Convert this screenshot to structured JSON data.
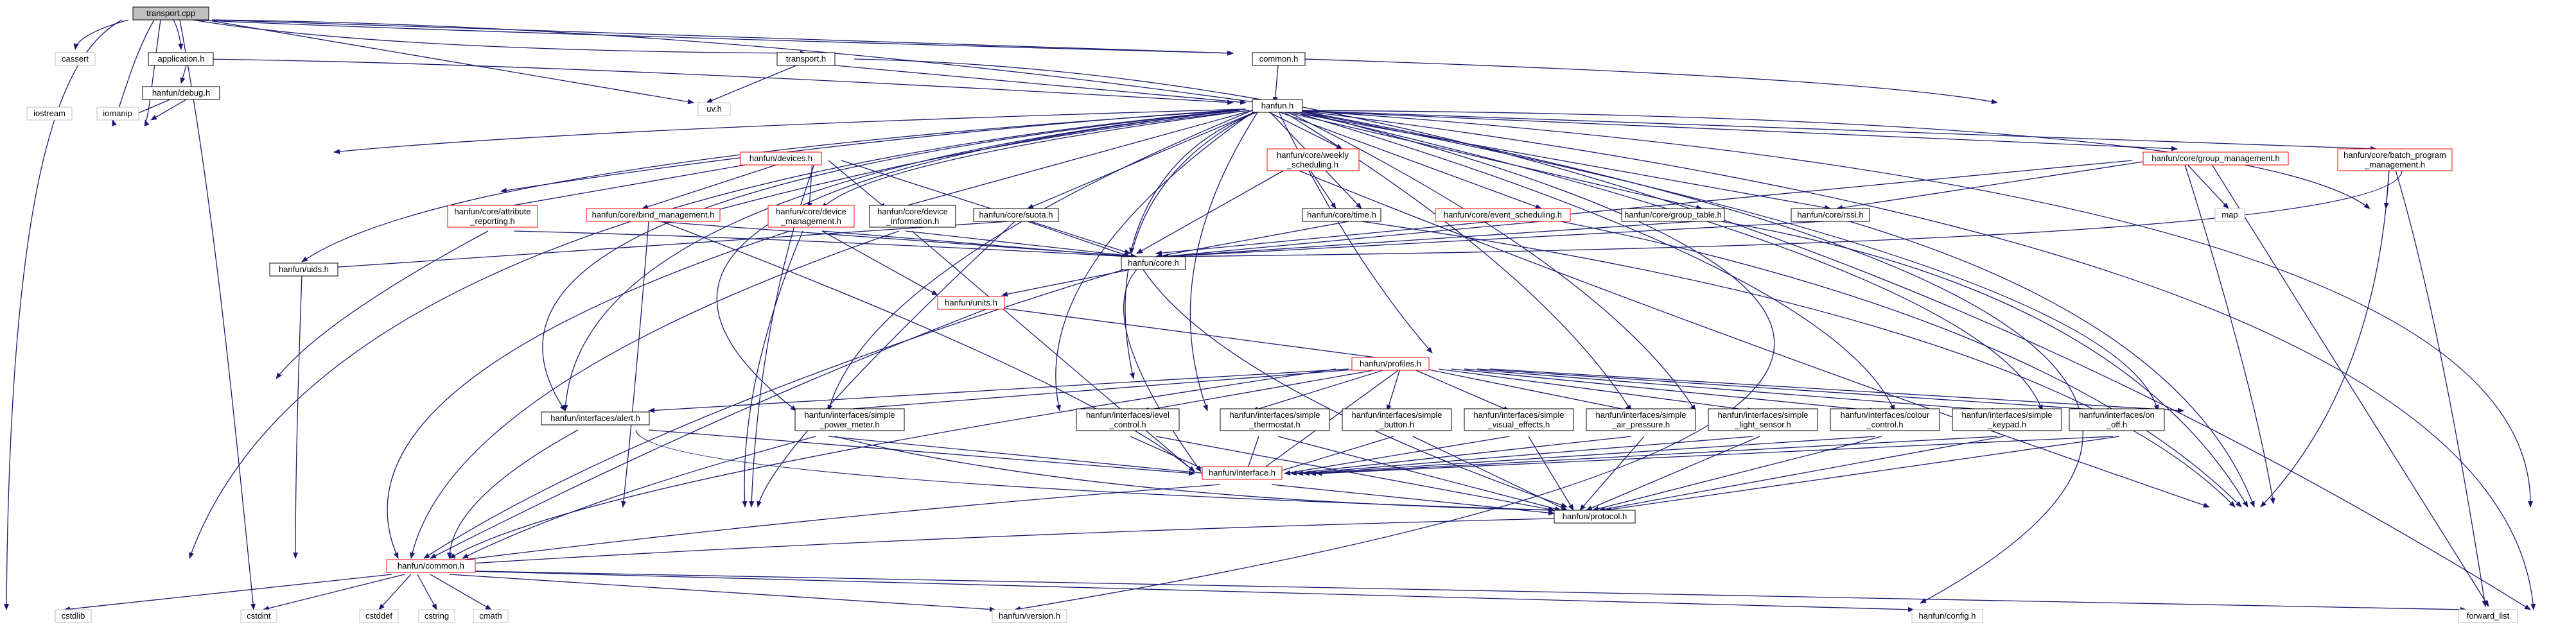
{
  "colors": {
    "edge": "#191970",
    "node_border_black": "#000000",
    "node_border_red": "#ff0000",
    "node_root_fill": "#bfbfbf",
    "node_fill": "#ffffff",
    "node_plain_border": "#bfbfbf"
  },
  "nodes": {
    "transport_cpp": "transport.cpp",
    "cassert": "cassert",
    "application_h": "application.h",
    "transport_h": "transport.h",
    "common_h_top": "common.h",
    "hanfun_h": "hanfun.h",
    "hanfun_debug_h": "hanfun/debug.h",
    "uv_h": "uv.h",
    "iostream": "iostream",
    "iomanip": "iomanip",
    "hanfun_devices_h": "hanfun/devices.h",
    "weekly_l1": "hanfun/core/weekly",
    "weekly_l2": "_scheduling.h",
    "group_management_h": "hanfun/core/group_management.h",
    "batch_l1": "hanfun/core/batch_program",
    "batch_l2": "_management.h",
    "attr_l1": "hanfun/core/attribute",
    "attr_l2": "_reporting.h",
    "bind_management_h": "hanfun/core/bind_management.h",
    "devmgmt_l1": "hanfun/core/device",
    "devmgmt_l2": "_management.h",
    "devinfo_l1": "hanfun/core/device",
    "devinfo_l2": "_information.h",
    "suota_h": "hanfun/core/suota.h",
    "time_h": "hanfun/core/time.h",
    "event_scheduling_h": "hanfun/core/event_scheduling.h",
    "group_table_h": "hanfun/core/group_table.h",
    "rssi_h": "hanfun/core/rssi.h",
    "map": "map",
    "uids_h": "hanfun/uids.h",
    "core_h": "hanfun/core.h",
    "units_h": "hanfun/units.h",
    "profiles_h": "hanfun/profiles.h",
    "alert_h": "hanfun/interfaces/alert.h",
    "spm_l1": "hanfun/interfaces/simple",
    "spm_l2": "_power_meter.h",
    "level_l1": "hanfun/interfaces/level",
    "level_l2": "_control.h",
    "thermo_l1": "hanfun/interfaces/simple",
    "thermo_l2": "_thermostat.h",
    "button_l1": "hanfun/interfaces/simple",
    "button_l2": "_button.h",
    "visual_l1": "hanfun/interfaces/simple",
    "visual_l2": "_visual_effects.h",
    "air_l1": "hanfun/interfaces/simple",
    "air_l2": "_air_pressure.h",
    "light_l1": "hanfun/interfaces/simple",
    "light_l2": "_light_sensor.h",
    "colour_l1": "hanfun/interfaces/colour",
    "colour_l2": "_control.h",
    "keypad_l1": "hanfun/interfaces/simple",
    "keypad_l2": "_keypad.h",
    "onoff_l1": "hanfun/interfaces/on",
    "onoff_l2": "_off.h",
    "interface_h": "hanfun/interface.h",
    "protocol_h": "hanfun/protocol.h",
    "common_h": "hanfun/common.h",
    "cstdlib": "cstdlib",
    "cstdint": "cstdint",
    "cstddef": "cstddef",
    "cstring": "cstring",
    "cmath": "cmath",
    "version_h": "hanfun/version.h",
    "config_h": "hanfun/config.h",
    "forward_list": "forward_list"
  }
}
